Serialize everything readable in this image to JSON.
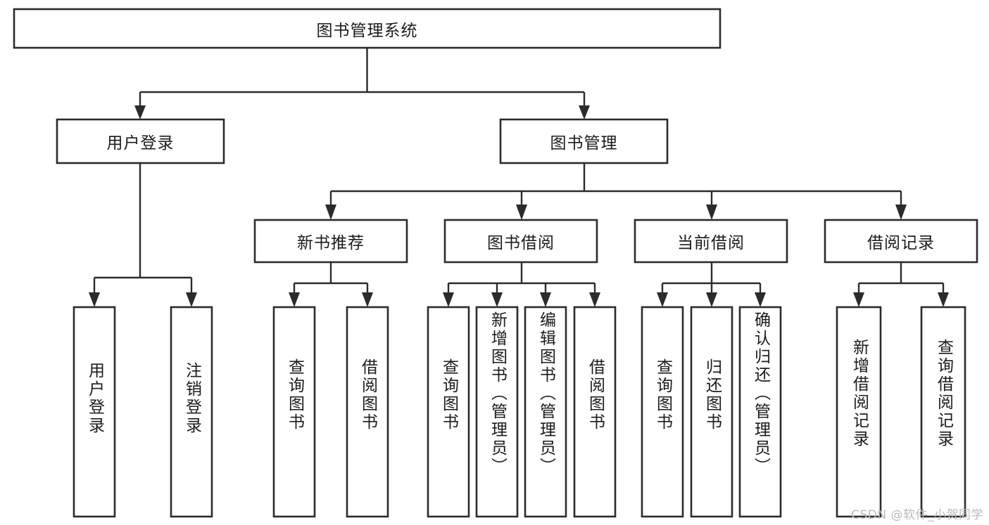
{
  "diagram": {
    "title_node": {
      "label": "图书管理系统"
    },
    "level2": [
      {
        "id": "user-login",
        "label": "用户登录"
      },
      {
        "id": "book-management",
        "label": "图书管理"
      }
    ],
    "level3": [
      {
        "id": "new-book-recommend",
        "label": "新书推荐"
      },
      {
        "id": "book-borrow",
        "label": "图书借阅"
      },
      {
        "id": "current-borrow",
        "label": "当前借阅"
      },
      {
        "id": "borrow-record",
        "label": "借阅记录"
      }
    ],
    "leaves": {
      "user_login": [
        {
          "id": "leaf-user-login",
          "label": "用户登录"
        },
        {
          "id": "leaf-logout-login",
          "label": "注销登录"
        }
      ],
      "new_book_recommend": [
        {
          "id": "leaf-query-book-1",
          "label": "查询图书"
        },
        {
          "id": "leaf-borrow-book-1",
          "label": "借阅图书"
        }
      ],
      "book_borrow": [
        {
          "id": "leaf-query-book-2",
          "label": "查询图书"
        },
        {
          "id": "leaf-add-book-admin",
          "label": "新增图书（管理员）"
        },
        {
          "id": "leaf-edit-book-admin",
          "label": "编辑图书（管理员）"
        },
        {
          "id": "leaf-borrow-book-2",
          "label": "借阅图书"
        }
      ],
      "current_borrow": [
        {
          "id": "leaf-query-book-3",
          "label": "查询图书"
        },
        {
          "id": "leaf-return-book",
          "label": "归还图书"
        },
        {
          "id": "leaf-confirm-return-admin",
          "label": "确认归还（管理员）"
        }
      ],
      "borrow_record": [
        {
          "id": "leaf-add-borrow-record",
          "label": "新增借阅记录"
        },
        {
          "id": "leaf-query-borrow-record",
          "label": "查询借阅记录"
        }
      ]
    },
    "watermark": "CSDN @软件_小贺同学",
    "colors": {
      "stroke": "#2b2b2b",
      "box_fill": "#ffffff",
      "text": "#1b1b1b",
      "background": "#ffffff",
      "watermark": "#b9b9b9"
    }
  }
}
